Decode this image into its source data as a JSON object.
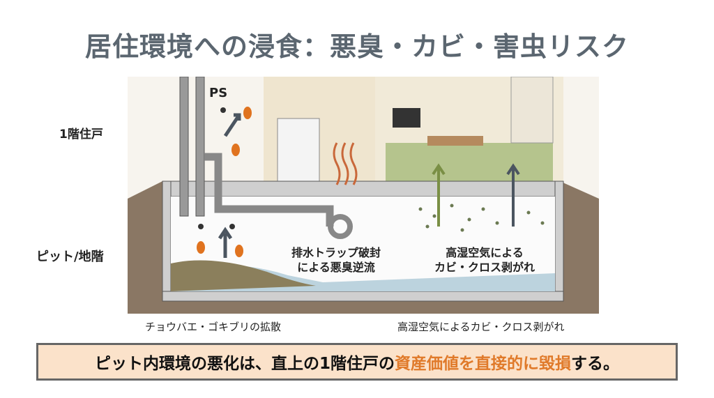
{
  "title": "居住環境への浸食：悪臭・カビ・害虫リスク",
  "labels": {
    "floor1": "1階住戸",
    "ps": "PS",
    "pit": "ピット/地階"
  },
  "inner": {
    "trap_line1": "排水トラップ破封",
    "trap_line2": "による悪臭逆流",
    "mold_line1": "高湿空気による",
    "mold_line2": "カビ・クロス剥がれ"
  },
  "captions": {
    "left": "チョウバエ・ゴキブリの拡散",
    "right": "高湿空気によるカビ・クロス剥がれ"
  },
  "conclusion": {
    "before": "ピット内環境の悪化は、直上の1階住戸の",
    "highlight": "資産価値を直接的に毀損",
    "after": "する。"
  },
  "colors": {
    "highlight": "#e07a2a",
    "box_bg": "#fbe2ca",
    "title": "#5b6670"
  }
}
